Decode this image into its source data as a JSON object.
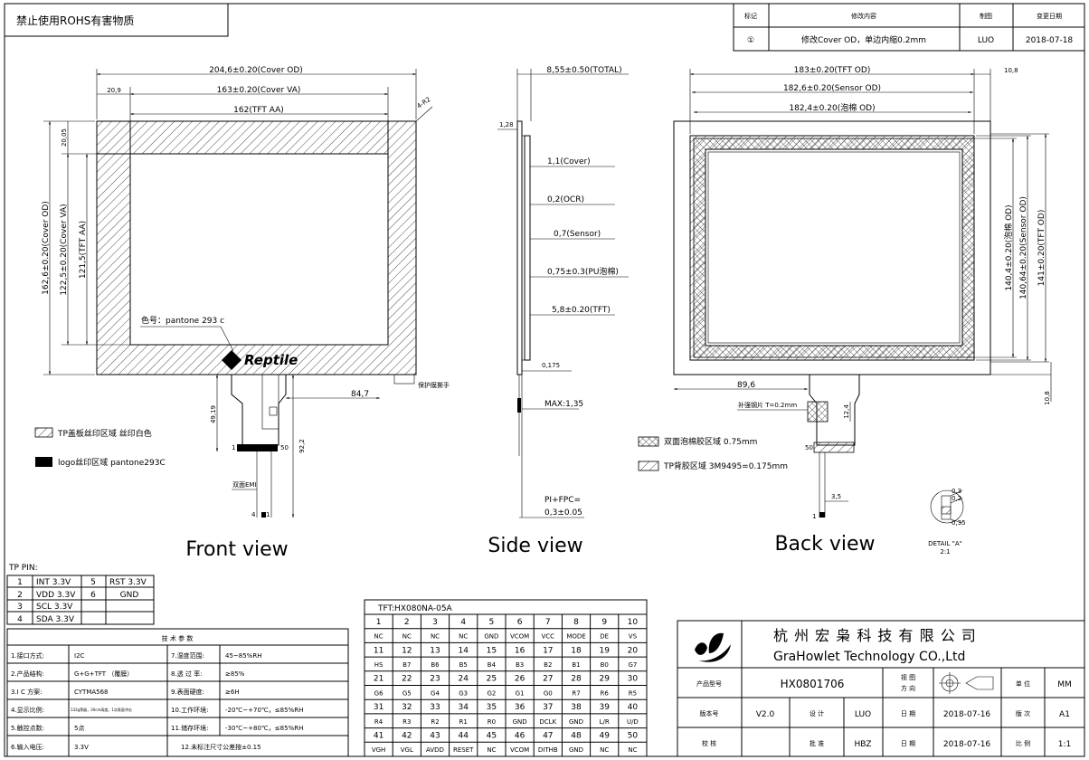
{
  "header": {
    "note": "禁止使用ROHS有害物质",
    "revision": {
      "headers": [
        "标记",
        "修改内容",
        "制图",
        "变更日期"
      ],
      "row": [
        "①",
        "修改Cover OD，单边内缩0.2mm",
        "LUO",
        "2018-07-18"
      ]
    }
  },
  "front": {
    "title": "Front view",
    "dims": {
      "cover_od_w": "204,6±0.20(Cover OD)",
      "left_margin": "20,9",
      "cover_va_w": "163±0.20(Cover VA)",
      "tft_aa_w": "162(TFT AA)",
      "corner": "4-R2",
      "top_margin": "20,05",
      "cover_od_h": "162,6±0.20(Cover OD)",
      "cover_va_h": "122,5±0.20(Cover VA)",
      "tft_aa_h": "121,5(TFT AA)",
      "fpc_offset": "84,7",
      "fpc_h1": "49,19",
      "fpc_h2": "92,2",
      "pin1": "1",
      "pin50": "50",
      "pin_a": "4",
      "pin_b": "1"
    },
    "color_label": "色号：pantone 293 c",
    "logo": "Reptile",
    "protect_film": "保护膜撕手",
    "emi_label": "双面EMI",
    "legend": [
      {
        "label": "TP盖板丝印区域 丝印白色"
      },
      {
        "label": "logo丝印区域 pantone293C"
      }
    ]
  },
  "side": {
    "title": "Side view",
    "total": "8,55±0.50(TOTAL)",
    "top_dim": "1,28",
    "layers": [
      "1,1(Cover)",
      "0,2(OCR)",
      "0,7(Sensor)",
      "0,75±0.3(PU泡棉)",
      "5,8±0.20(TFT)"
    ],
    "fpc_t": "0,175",
    "max": "MAX:1,35",
    "pi_fpc": "PI+FPC=",
    "pi_val": "0,3±0.05"
  },
  "back": {
    "title": "Back view",
    "dims": {
      "tft_od_w": "183±0.20(TFT OD)",
      "sensor_od_w": "182,6±0.20(Sensor OD)",
      "foam_od_w": "182,4±0.20(泡棉 OD)",
      "right_top": "10,8",
      "foam_od_h": "140,4±0.20(泡棉 OD)",
      "sensor_od_h": "140,64±0.20(Sensor OD)",
      "tft_od_h": "141±0.20(TFT OD)",
      "fpc_offset": "89,6",
      "right_bottom": "10,8",
      "stiffener": "补强钢片 T=0.2mm",
      "stiff_h": "12,4",
      "pin50": "50",
      "pin1": "1",
      "pitch": "3,5"
    },
    "legend": [
      {
        "label": "双面泡棉胶区域 0.75mm"
      },
      {
        "label": "TP背胶区域 3M9495=0.175mm"
      }
    ],
    "detail": {
      "title": "DETAIL \"A\"",
      "scale": "2:1",
      "d1": "0,3",
      "d2": "0,2",
      "d3": "0,35"
    }
  },
  "tp_pin": {
    "title": "TP   PIN:",
    "rows": [
      [
        "1",
        "INT 3.3V",
        "5",
        "RST 3.3V"
      ],
      [
        "2",
        "VDD 3.3V",
        "6",
        "GND"
      ],
      [
        "3",
        "SCL 3.3V",
        "",
        ""
      ],
      [
        "4",
        "SDA 3.3V",
        "",
        ""
      ]
    ]
  },
  "tech": {
    "title": "技 术 参 数",
    "rows": [
      [
        "1.接口方式:",
        "I2C",
        "7.湿度范围:",
        "45~85%RH"
      ],
      [
        "2.产品结构:",
        "G+G+TFT （覆膜）",
        "8.透 过 率:",
        "≥85%"
      ],
      [
        "3.I C 方案:",
        "CYTMA568",
        "9.表面硬度:",
        "≥6H"
      ],
      [
        "4.显示比例:",
        "132g等级，30cm高度，1次表面冲击",
        "10.工作环境:",
        "-20℃~+70℃，≤85%RH"
      ],
      [
        "5.触控点数:",
        "5点",
        "11.储存环境:",
        "-30℃~+80℃，≤85%RH"
      ],
      [
        "6.输入电压:",
        "3.3V",
        "12.未标注尺寸公差按±0.15",
        ""
      ]
    ]
  },
  "tft": {
    "title": "TFT:HX080NA-05A",
    "rows": [
      [
        "1",
        "2",
        "3",
        "4",
        "5",
        "6",
        "7",
        "8",
        "9",
        "10"
      ],
      [
        "NC",
        "NC",
        "NC",
        "NC",
        "GND",
        "VCOM",
        "VCC",
        "MODE",
        "DE",
        "VS"
      ],
      [
        "11",
        "12",
        "13",
        "14",
        "15",
        "16",
        "17",
        "18",
        "19",
        "20"
      ],
      [
        "HS",
        "B7",
        "B6",
        "B5",
        "B4",
        "B3",
        "B2",
        "B1",
        "B0",
        "G7"
      ],
      [
        "21",
        "22",
        "23",
        "24",
        "25",
        "26",
        "27",
        "28",
        "29",
        "30"
      ],
      [
        "G6",
        "G5",
        "G4",
        "G3",
        "G2",
        "G1",
        "G0",
        "R7",
        "R6",
        "R5"
      ],
      [
        "31",
        "32",
        "33",
        "34",
        "35",
        "36",
        "37",
        "38",
        "39",
        "40"
      ],
      [
        "R4",
        "R3",
        "R2",
        "R1",
        "R0",
        "GND",
        "DCLK",
        "GND",
        "L/R",
        "U/D"
      ],
      [
        "41",
        "42",
        "43",
        "44",
        "45",
        "46",
        "47",
        "48",
        "49",
        "50"
      ],
      [
        "VGH",
        "VGL",
        "AVDD",
        "RESET",
        "NC",
        "VCOM",
        "DITHB",
        "GND",
        "NC",
        "NC"
      ]
    ]
  },
  "title_block": {
    "company_cn": "杭 州 宏 枭 科 技 有 限 公 司",
    "company_en": "GraHowlet Technology CO.,Ltd",
    "product_label": "产品型号",
    "product": "HX0801706",
    "view_label1": "视 图",
    "view_label2": "方 向",
    "unit_label": "单 位",
    "unit": "MM",
    "version_label": "版本号",
    "version": "V2.0",
    "design_label": "设 计",
    "designer": "LUO",
    "date_label": "日 期",
    "date1": "2018-07-16",
    "rev_label": "版 次",
    "rev": "A1",
    "check_label": "校 核",
    "approve_label": "批 准",
    "approver": "HBZ",
    "date_label2": "日 期",
    "date2": "2018-07-16",
    "scale_label": "比 例",
    "scale": "1:1"
  }
}
